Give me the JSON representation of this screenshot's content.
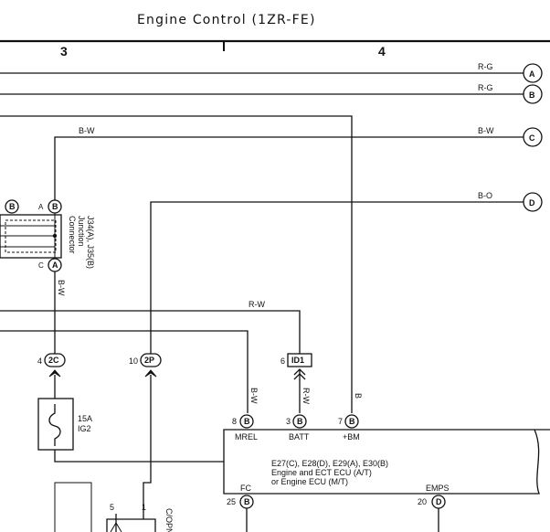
{
  "header": {
    "title": "Engine Control (1ZR-FE)",
    "col_left": "3",
    "col_right": "4"
  },
  "wires": {
    "a": {
      "color": "R-G",
      "terminal": "A"
    },
    "b": {
      "color": "R-G",
      "terminal": "B"
    },
    "c": {
      "color": "B-W",
      "terminal": "C"
    },
    "d": {
      "color": "B-O",
      "terminal": "D"
    },
    "bw_top": "B-W",
    "rw": "R-W",
    "bw_vert": "B-W",
    "bw_mrel": "B-W",
    "rw_batt": "R-W",
    "b_bm": "B"
  },
  "junction": {
    "name": "J34(A), J35(B)",
    "desc1": "Junction",
    "desc2": "Connector",
    "pin_b_left": "B",
    "pin_a": "A",
    "pin_b": "B",
    "pin_c_label": "C",
    "pin_c": "A"
  },
  "connectors": {
    "c2c_num": "4",
    "c2c": "2C",
    "c2p_num": "10",
    "c2p": "2P",
    "id1_num": "6",
    "id1": "ID1"
  },
  "fuse": {
    "amp": "15A",
    "name": "IG2"
  },
  "ecu": {
    "mrel_num": "8",
    "mrel_pin": "B",
    "mrel": "MREL",
    "batt_num": "3",
    "batt_pin": "B",
    "batt": "BATT",
    "bm_num": "7",
    "bm_pin": "B",
    "bm": "+BM",
    "line1": "E27(C), E28(D), E29(A), E30(B)",
    "line2": "Engine and ECT ECU (A/T)",
    "line3": "or Engine ECU (M/T)",
    "fc": "FC",
    "fc_num": "25",
    "fc_pin": "B",
    "emps": "EMPS",
    "emps_num": "20",
    "emps_pin": "D"
  },
  "relay": {
    "pin5": "5",
    "pin1": "1",
    "name": "C/OPN"
  }
}
